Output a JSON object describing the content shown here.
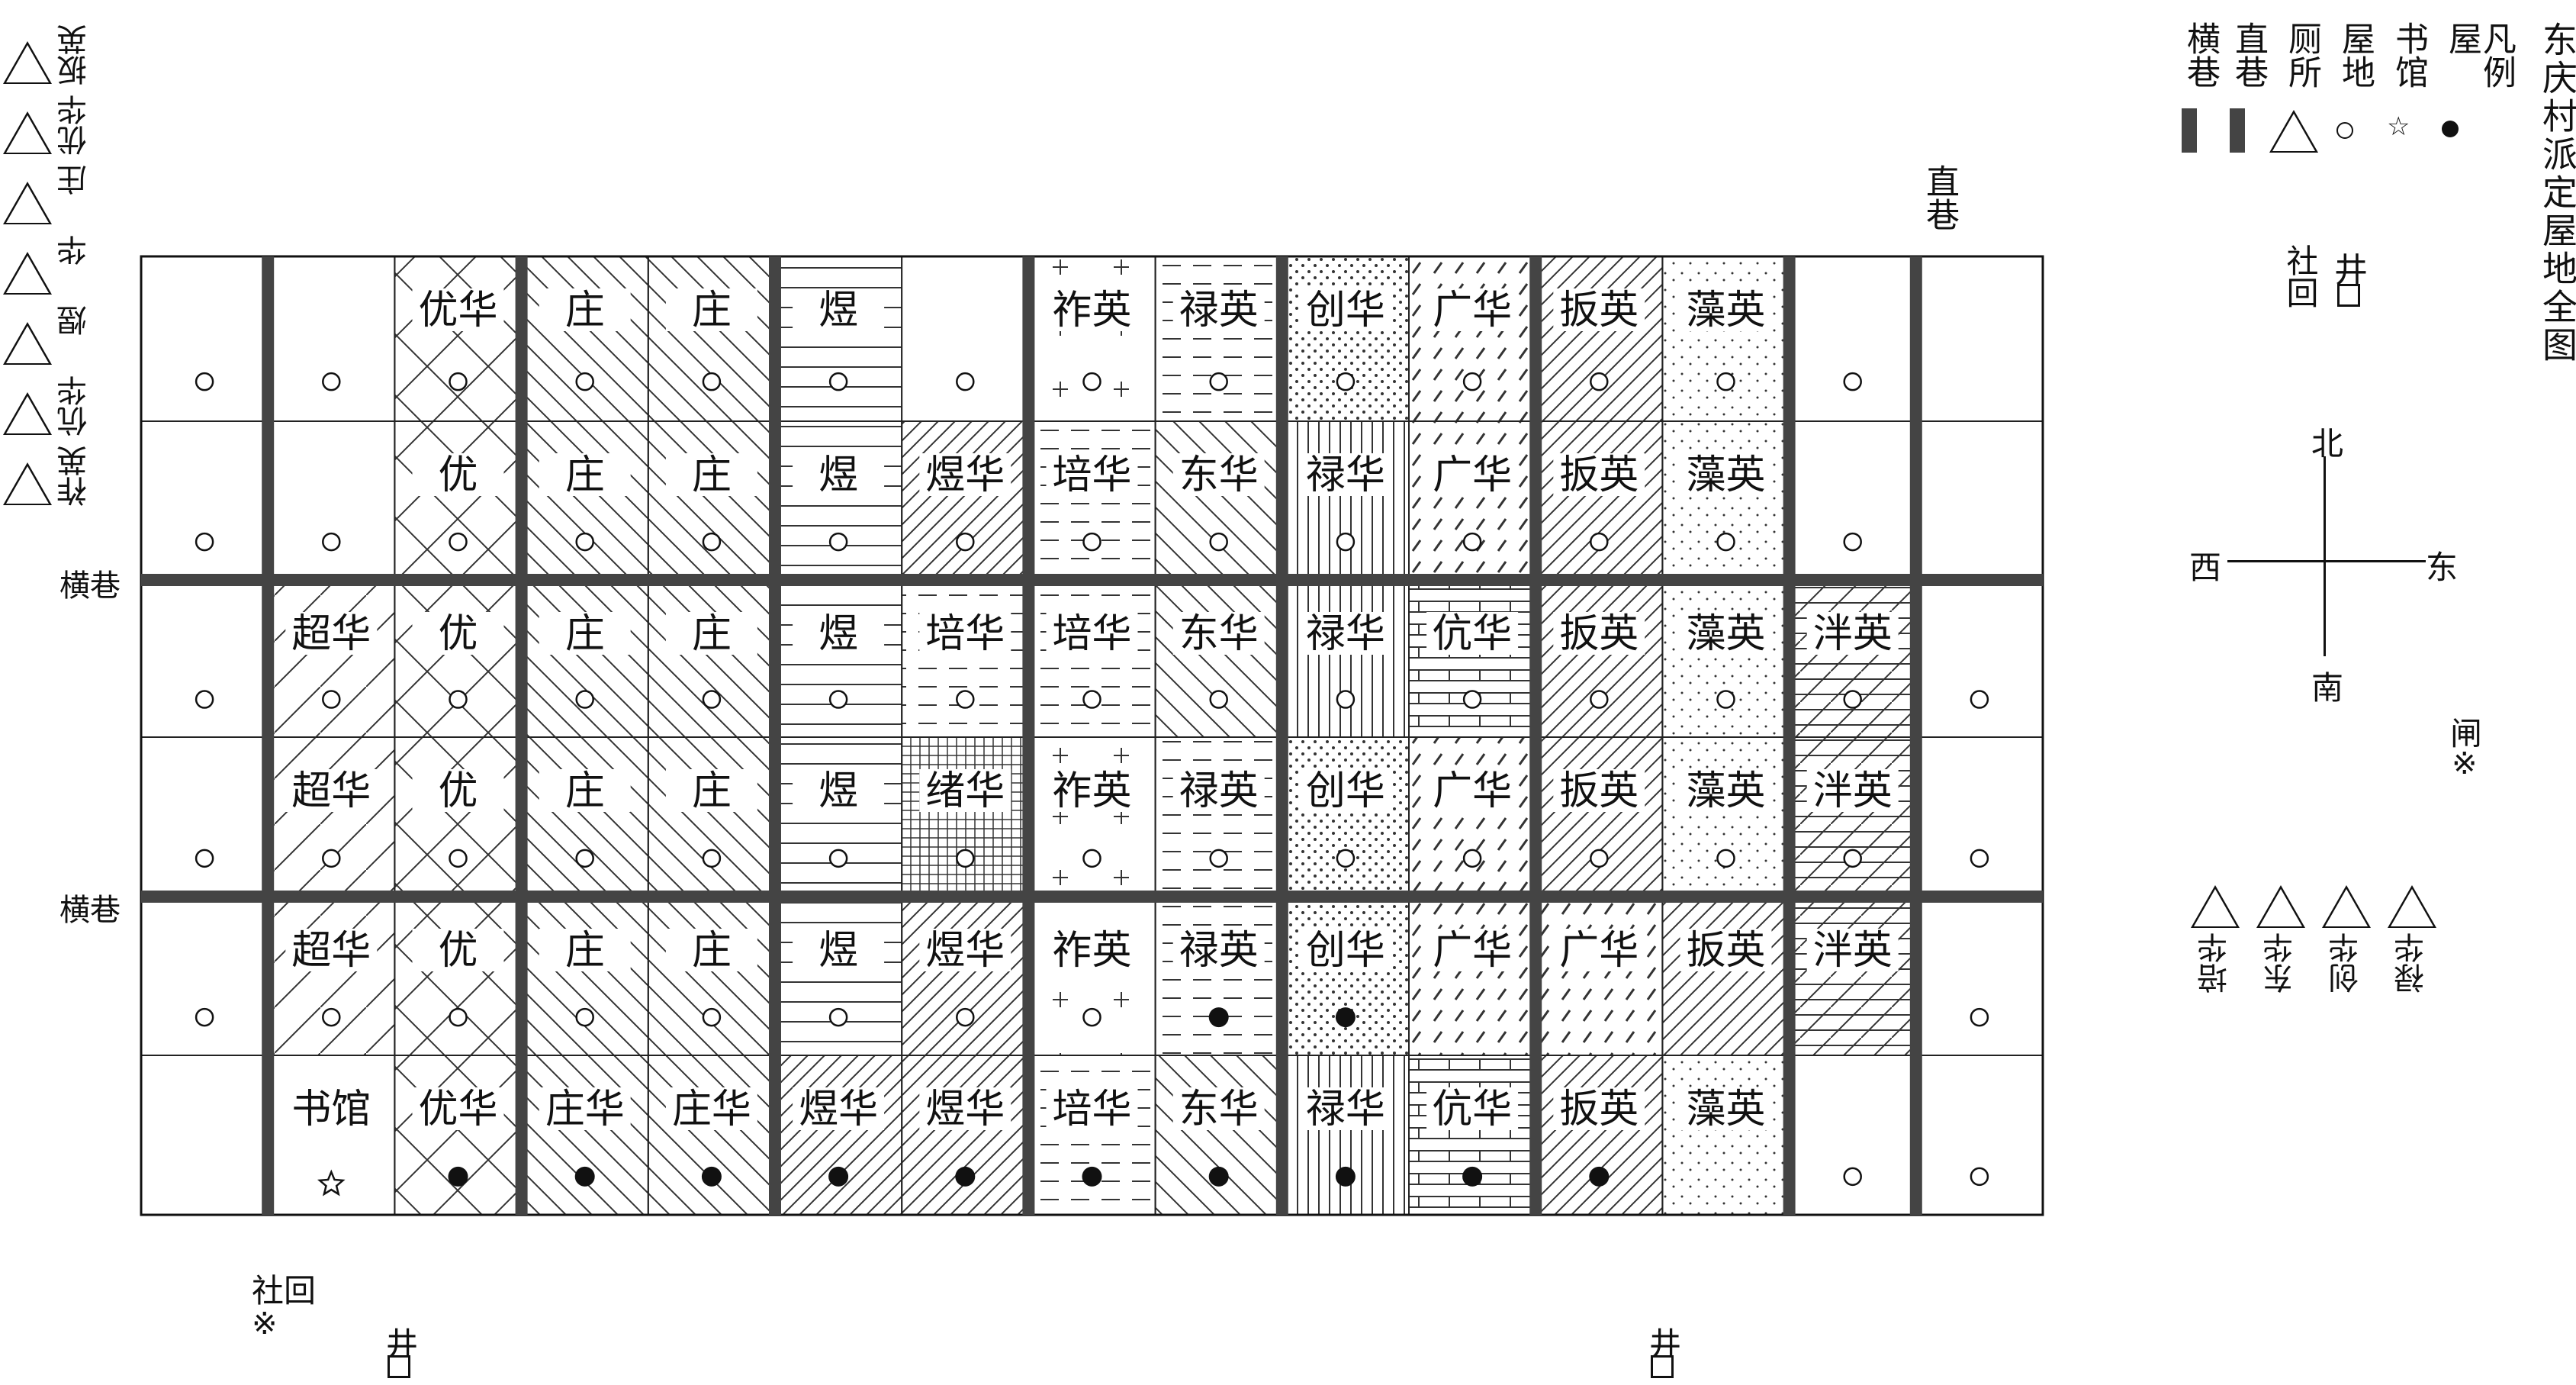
{
  "title": "东庆村派定屋地全图",
  "legend": {
    "heading": "凡例",
    "items": [
      {
        "name": "屋",
        "symbol": "filled-dot-icon"
      },
      {
        "name": "书馆",
        "symbol": "star-icon"
      },
      {
        "name": "屋地",
        "symbol": "open-circle-icon"
      },
      {
        "name": "厕所",
        "symbol": "triangle-icon"
      },
      {
        "name": "直巷",
        "symbol": "thick-bar-icon"
      },
      {
        "name": "横巷",
        "symbol": "thick-bar-icon"
      }
    ]
  },
  "compass": {
    "north": "北",
    "south": "南",
    "east": "东",
    "west": "西"
  },
  "labels": {
    "lane_vertical": "直巷",
    "lane_horizontal_1": "横巷",
    "lane_horizontal_2": "横巷",
    "well": "井",
    "shrine": "社回",
    "shrine_top": "社回",
    "gate": "闸",
    "mark": "※"
  },
  "left_toilets": [
    "祚英",
    "伉华",
    "煜",
    "华",
    "庄",
    "优华",
    "扳英"
  ],
  "right_toilets": [
    "培华",
    "东华",
    "创华",
    "禄华"
  ],
  "grid": {
    "rows": [
      [
        {
          "label": "",
          "pattern": "none",
          "marker": "circle"
        },
        {
          "label": "",
          "pattern": "none",
          "marker": "circle"
        },
        {
          "label": "优华",
          "pattern": "cross",
          "marker": "circle"
        },
        {
          "label": "庄",
          "pattern": "diag-back",
          "marker": "circle"
        },
        {
          "label": "庄",
          "pattern": "diag-back",
          "marker": "circle"
        },
        {
          "label": "煜",
          "pattern": "horizontal",
          "marker": "circle"
        },
        {
          "label": "",
          "pattern": "none",
          "marker": "circle"
        },
        {
          "label": "祚英",
          "pattern": "plus",
          "marker": "circle"
        },
        {
          "label": "禄英",
          "pattern": "dash-horizontal",
          "marker": "circle"
        },
        {
          "label": "创华",
          "pattern": "dots",
          "marker": "circle"
        },
        {
          "label": "广华",
          "pattern": "dash-diag",
          "marker": "circle"
        },
        {
          "label": "扳英",
          "pattern": "diag-fwd",
          "marker": "circle"
        },
        {
          "label": "藻英",
          "pattern": "stipple",
          "marker": "circle"
        },
        {
          "label": "",
          "pattern": "none",
          "marker": "circle"
        },
        {
          "label": "",
          "pattern": "none",
          "marker": "none"
        }
      ],
      [
        {
          "label": "",
          "pattern": "none",
          "marker": "circle"
        },
        {
          "label": "",
          "pattern": "none",
          "marker": "circle"
        },
        {
          "label": "优",
          "pattern": "cross",
          "marker": "circle"
        },
        {
          "label": "庄",
          "pattern": "diag-back",
          "marker": "circle"
        },
        {
          "label": "庄",
          "pattern": "diag-back",
          "marker": "circle"
        },
        {
          "label": "煜",
          "pattern": "horizontal",
          "marker": "circle"
        },
        {
          "label": "煜华",
          "pattern": "diag-fwd",
          "marker": "circle"
        },
        {
          "label": "培华",
          "pattern": "dash-horizontal",
          "marker": "circle"
        },
        {
          "label": "东华",
          "pattern": "diag-back",
          "marker": "circle"
        },
        {
          "label": "禄华",
          "pattern": "vertical",
          "marker": "circle"
        },
        {
          "label": "广华",
          "pattern": "dash-diag",
          "marker": "circle"
        },
        {
          "label": "扳英",
          "pattern": "diag-fwd",
          "marker": "circle"
        },
        {
          "label": "藻英",
          "pattern": "stipple",
          "marker": "circle"
        },
        {
          "label": "",
          "pattern": "none",
          "marker": "circle"
        },
        {
          "label": "",
          "pattern": "none",
          "marker": "none"
        }
      ],
      [
        {
          "label": "",
          "pattern": "none",
          "marker": "circle"
        },
        {
          "label": "超华",
          "pattern": "diag-fwd-sparse",
          "marker": "circle"
        },
        {
          "label": "优",
          "pattern": "cross",
          "marker": "circle"
        },
        {
          "label": "庄",
          "pattern": "diag-back",
          "marker": "circle"
        },
        {
          "label": "庄",
          "pattern": "diag-back",
          "marker": "circle"
        },
        {
          "label": "煜",
          "pattern": "horizontal",
          "marker": "circle"
        },
        {
          "label": "培华",
          "pattern": "dash-horizontal",
          "marker": "circle"
        },
        {
          "label": "培华",
          "pattern": "dash-horizontal",
          "marker": "circle"
        },
        {
          "label": "东华",
          "pattern": "diag-back",
          "marker": "circle"
        },
        {
          "label": "禄华",
          "pattern": "vertical",
          "marker": "circle"
        },
        {
          "label": "伉华",
          "pattern": "brick",
          "marker": "circle"
        },
        {
          "label": "扳英",
          "pattern": "diag-fwd",
          "marker": "circle"
        },
        {
          "label": "藻英",
          "pattern": "stipple",
          "marker": "circle"
        },
        {
          "label": "泮英",
          "pattern": "horiz-diag",
          "marker": "circle"
        },
        {
          "label": "",
          "pattern": "none",
          "marker": "circle"
        }
      ],
      [
        {
          "label": "",
          "pattern": "none",
          "marker": "circle"
        },
        {
          "label": "超华",
          "pattern": "diag-fwd-sparse",
          "marker": "circle"
        },
        {
          "label": "优",
          "pattern": "cross",
          "marker": "circle"
        },
        {
          "label": "庄",
          "pattern": "diag-back",
          "marker": "circle"
        },
        {
          "label": "庄",
          "pattern": "diag-back",
          "marker": "circle"
        },
        {
          "label": "煜",
          "pattern": "horizontal",
          "marker": "circle"
        },
        {
          "label": "绪华",
          "pattern": "grid",
          "marker": "circle"
        },
        {
          "label": "祚英",
          "pattern": "plus",
          "marker": "circle"
        },
        {
          "label": "禄英",
          "pattern": "dash-horizontal",
          "marker": "circle"
        },
        {
          "label": "创华",
          "pattern": "dots",
          "marker": "circle"
        },
        {
          "label": "广华",
          "pattern": "dash-diag",
          "marker": "circle"
        },
        {
          "label": "扳英",
          "pattern": "diag-fwd",
          "marker": "circle"
        },
        {
          "label": "藻英",
          "pattern": "stipple",
          "marker": "circle"
        },
        {
          "label": "泮英",
          "pattern": "horiz-diag",
          "marker": "circle"
        },
        {
          "label": "",
          "pattern": "none",
          "marker": "circle"
        }
      ],
      [
        {
          "label": "",
          "pattern": "none",
          "marker": "circle"
        },
        {
          "label": "超华",
          "pattern": "diag-fwd-sparse",
          "marker": "circle"
        },
        {
          "label": "优",
          "pattern": "cross",
          "marker": "circle"
        },
        {
          "label": "庄",
          "pattern": "diag-back",
          "marker": "circle"
        },
        {
          "label": "庄",
          "pattern": "diag-back",
          "marker": "circle"
        },
        {
          "label": "煜",
          "pattern": "horizontal",
          "marker": "circle"
        },
        {
          "label": "煜华",
          "pattern": "diag-fwd",
          "marker": "circle"
        },
        {
          "label": "祚英",
          "pattern": "plus",
          "marker": "circle"
        },
        {
          "label": "禄英",
          "pattern": "dash-horizontal",
          "marker": "dot"
        },
        {
          "label": "创华",
          "pattern": "dots",
          "marker": "dot"
        },
        {
          "label": "广华",
          "pattern": "dash-diag",
          "marker": "none"
        },
        {
          "label": "广华",
          "pattern": "dash-diag",
          "marker": "none"
        },
        {
          "label": "扳英",
          "pattern": "diag-fwd",
          "marker": "none"
        },
        {
          "label": "泮英",
          "pattern": "horiz-diag",
          "marker": "none"
        },
        {
          "label": "",
          "pattern": "none",
          "marker": "circle"
        }
      ],
      [
        {
          "label": "",
          "pattern": "none",
          "marker": "none"
        },
        {
          "label": "书馆",
          "pattern": "none",
          "marker": "star"
        },
        {
          "label": "优华",
          "pattern": "cross",
          "marker": "dot"
        },
        {
          "label": "庄华",
          "pattern": "diag-back",
          "marker": "dot"
        },
        {
          "label": "庄华",
          "pattern": "diag-back",
          "marker": "dot"
        },
        {
          "label": "煜华",
          "pattern": "diag-fwd",
          "marker": "dot"
        },
        {
          "label": "煜华",
          "pattern": "diag-fwd",
          "marker": "dot"
        },
        {
          "label": "培华",
          "pattern": "dash-horizontal",
          "marker": "dot"
        },
        {
          "label": "东华",
          "pattern": "diag-back",
          "marker": "dot"
        },
        {
          "label": "禄华",
          "pattern": "vertical",
          "marker": "dot"
        },
        {
          "label": "伉华",
          "pattern": "brick",
          "marker": "dot"
        },
        {
          "label": "扳英",
          "pattern": "diag-fwd",
          "marker": "dot"
        },
        {
          "label": "藻英",
          "pattern": "stipple",
          "marker": "none"
        },
        {
          "label": "",
          "pattern": "none",
          "marker": "circle"
        },
        {
          "label": "",
          "pattern": "none",
          "marker": "circle"
        }
      ]
    ]
  }
}
